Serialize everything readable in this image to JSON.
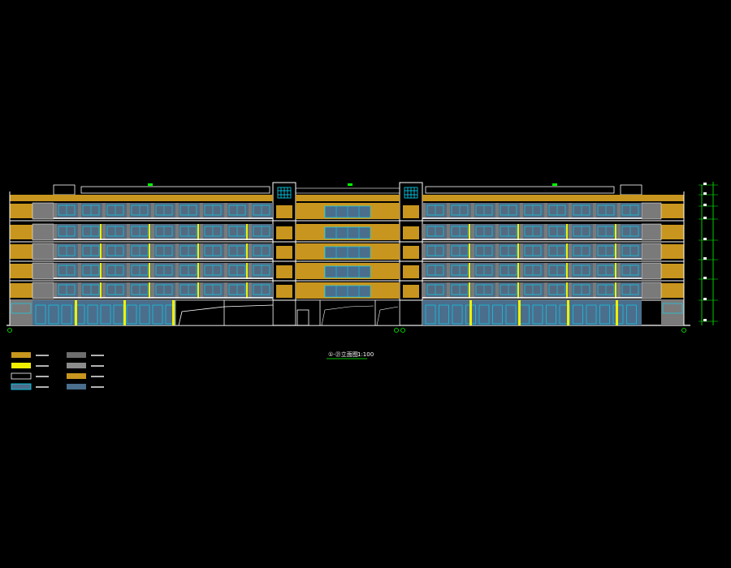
{
  "drawing": {
    "title": "①-㉑立面图",
    "scale": "1:100"
  },
  "colors": {
    "background": "#000000",
    "ochre": "#c8961e",
    "yellow": "#f0f000",
    "white": "#ffffff",
    "cyan": "#00e0ff",
    "slate": "#4a6e8c",
    "gray": "#7a7a7a",
    "green": "#00ff00",
    "blueGray": "#546a80"
  },
  "legend": [
    {
      "swatch": "ochre"
    },
    {
      "swatch": "yellow"
    },
    {
      "swatch": "outline"
    },
    {
      "swatch": "window"
    },
    {
      "swatch": "gray-dark"
    },
    {
      "swatch": "gray"
    },
    {
      "swatch": "ochre"
    },
    {
      "swatch": "slate"
    }
  ]
}
